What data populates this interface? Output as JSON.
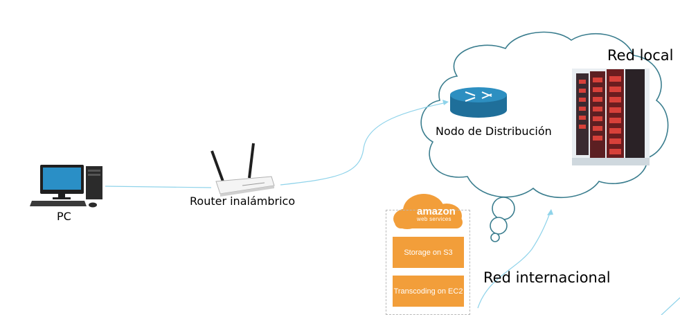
{
  "nodes": {
    "pc": "PC",
    "router": "Router inalámbrico",
    "distribution": "Nodo de Distribución",
    "local_network": "Red local",
    "international_network": "Red internacional"
  },
  "aws": {
    "logo_main": "amazon",
    "logo_sub": "web services",
    "services": [
      "Storage on S3",
      "Transcoding on EC2"
    ]
  },
  "colors": {
    "link": "#8fd3ea",
    "cloud_outline": "#3a7d8e",
    "aws_orange": "#f29e3a"
  }
}
